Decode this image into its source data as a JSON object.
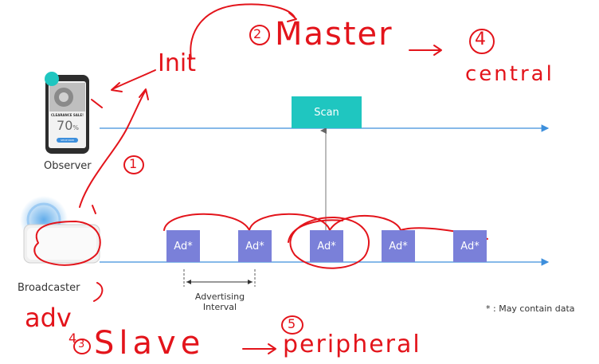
{
  "labels": {
    "observer": "Observer",
    "broadcaster": "Broadcaster",
    "scan": "Scan",
    "ad": "Ad*",
    "advertising_interval_line1": "Advertising",
    "advertising_interval_line2": "Interval",
    "footnote": "* : May contain data"
  },
  "phone": {
    "sale_text": "CLEARANCE SALE!",
    "percent": "70",
    "percent_sign": "%",
    "button": "SHOP NOW"
  },
  "ad_count": 5,
  "handwriting": {
    "init": "Init",
    "n1": "1",
    "n2": "2",
    "master": "Master",
    "n4": "4",
    "central": "central",
    "adv": "adv",
    "n43": "4",
    "n3": "3",
    "slave": "Slave",
    "n5": "5",
    "peripheral": "peripheral"
  },
  "colors": {
    "timeline": "#3d8fdc",
    "scan": "#1fc6c0",
    "ad": "#7a80d9",
    "ink": "#e3141b",
    "text": "#333333"
  }
}
